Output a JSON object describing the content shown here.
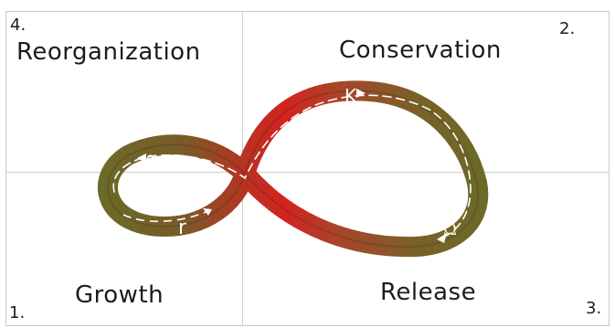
{
  "quadrants": {
    "top_left": {
      "number": "4.",
      "name": "Reorganization"
    },
    "top_right": {
      "number": "2.",
      "name": "Conservation"
    },
    "bottom_right": {
      "number": "3.",
      "name": "Release"
    },
    "bottom_left": {
      "number": "1.",
      "name": "Growth"
    }
  },
  "loop_symbols": {
    "alpha": "α",
    "k": "K",
    "omega": "Ω",
    "r": "r"
  },
  "colors": {
    "band_dark": "#6b6a28",
    "band_mid": "#8a4a2a",
    "band_red": "#d3231f",
    "arrow": "#ffffff",
    "grid": "#cfcfcf"
  }
}
